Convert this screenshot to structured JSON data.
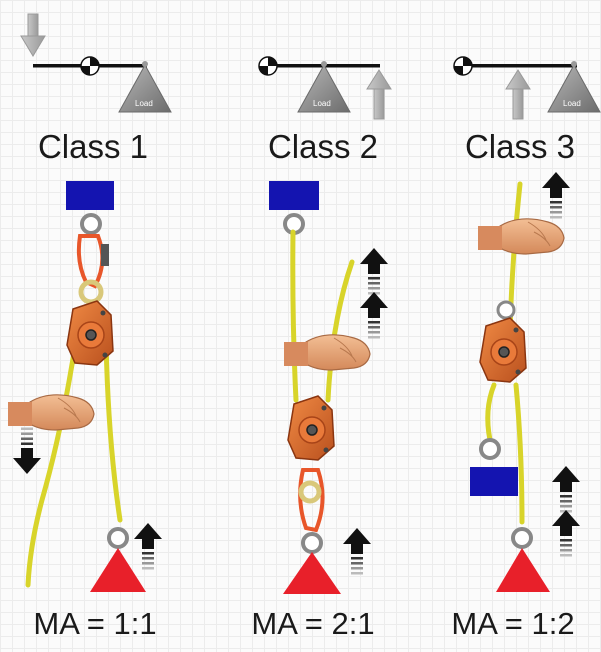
{
  "figure": {
    "load_text": "Load",
    "colors": {
      "rope": "#d8d42a",
      "pulley": "#d9642a",
      "carabiner": "#e8562a",
      "anchor": "#1414b0",
      "load": "#e8202a",
      "arrow": "#111111",
      "hand": "#e8a77a"
    },
    "panels": [
      {
        "title": "Class 1",
        "ratio": "MA = 1:1"
      },
      {
        "title": "Class 2",
        "ratio": "MA = 2:1"
      },
      {
        "title": "Class 3",
        "ratio": "MA = 1:2"
      }
    ]
  }
}
